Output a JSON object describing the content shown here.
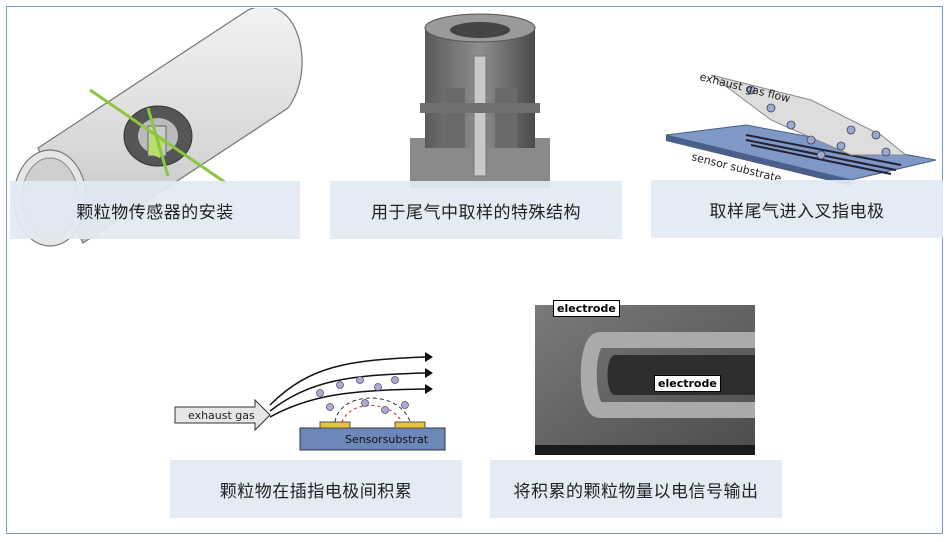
{
  "captions": {
    "c1": "颗粒物传感器的安装",
    "c2": "用于尾气中取样的特殊结构",
    "c3": "取样尾气进入叉指电极",
    "c4": "颗粒物在插指电极间积累",
    "c5": "将积累的颗粒物量以电信号输出"
  },
  "labels": {
    "exhaust_gas_flow": "exhaust gas flow",
    "sensor_substrate": "sensor substrate",
    "exhaust_gas": "exhaust gas",
    "sensorsubstrat": "Sensorsubstrat",
    "electrode_top": "electrode",
    "electrode_mid": "electrode"
  },
  "colors": {
    "caption_bg": "#e2eaf4",
    "frame_border": "#7a9cc0",
    "electrode_yellow": "#e8c23a",
    "substrate_blue": "#6c88b8",
    "green_arrow": "#8cc63f"
  }
}
